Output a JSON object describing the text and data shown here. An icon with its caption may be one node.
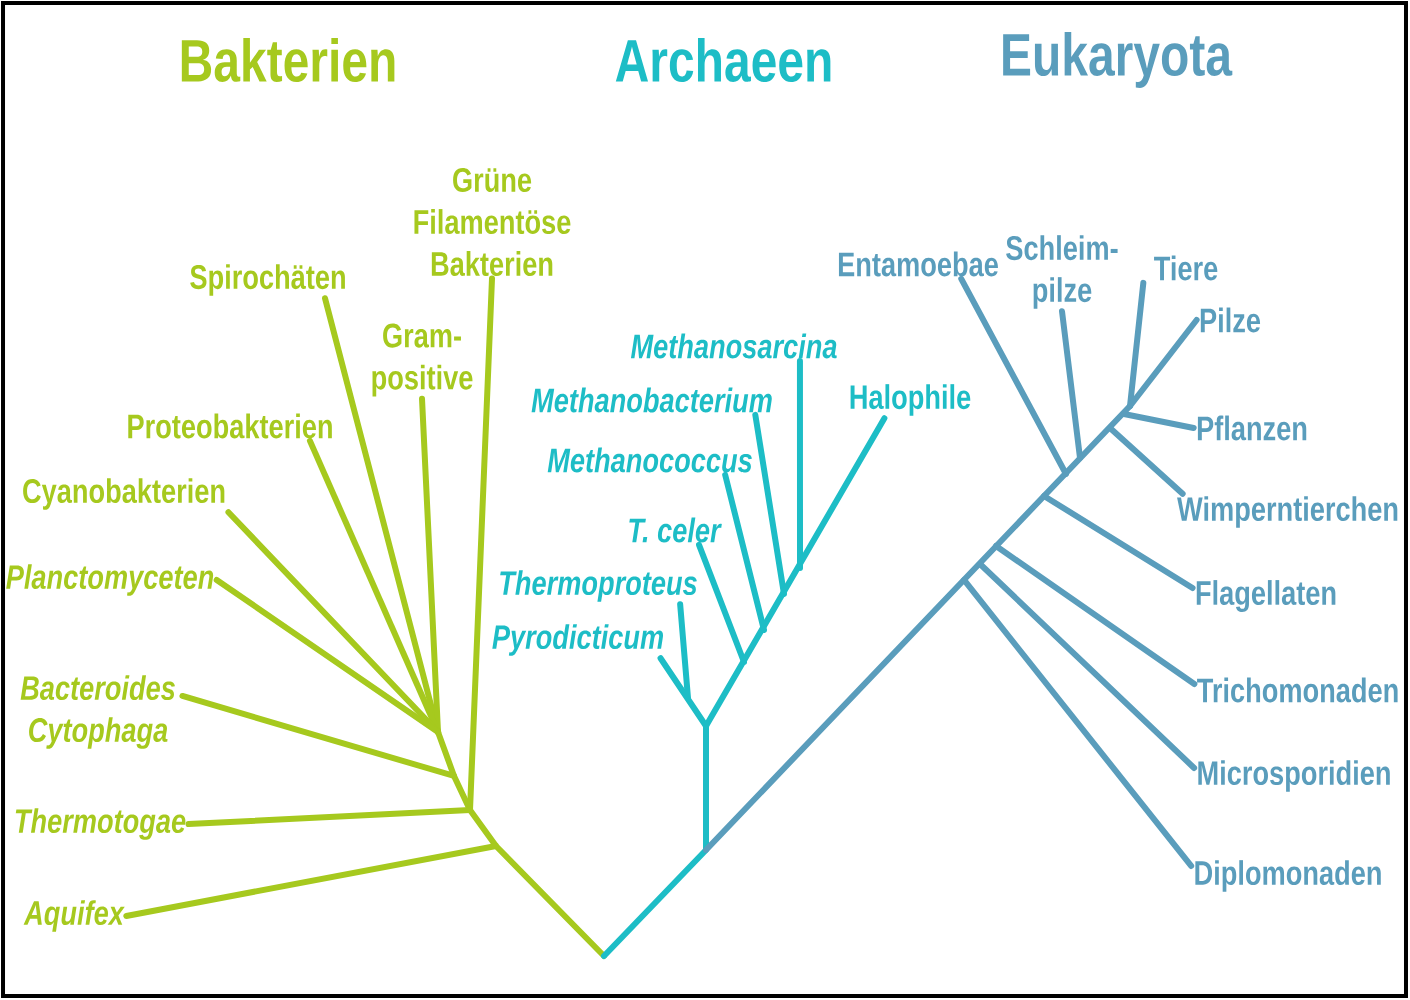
{
  "diagram": {
    "nodes": [
      {
        "text": [
          "Grüne Filamentöse Bakterien"
        ]
      },
      {
        "text": [
          "Spirochäten"
        ]
      },
      {
        "text": [
          "Gram- positive"
        ]
      },
      {
        "text": [
          "Proteobakterien"
        ]
      },
      {
        "text": [
          "Cyanobakterien"
        ]
      },
      {
        "text": [
          "Planctomyceten"
        ]
      },
      {
        "text": [
          "Bacteroides Cytophaga"
        ]
      },
      {
        "text": [
          "Thermotogae"
        ]
      },
      {
        "text": [
          "Aquifex"
        ]
      },
      {
        "text": [
          "Methanosarcina"
        ]
      },
      {
        "text": [
          "Methanobacterium"
        ]
      },
      {
        "text": [
          "Halophile"
        ]
      },
      {
        "text": [
          "Methanococcus"
        ]
      },
      {
        "text": [
          "T. celer"
        ]
      },
      {
        "text": [
          "Thermoproteus"
        ]
      },
      {
        "text": [
          "Pyrodicticum"
        ]
      },
      {
        "text": [
          "Entamoebae"
        ]
      },
      {
        "text": [
          "Schleim- pilze"
        ]
      },
      {
        "text": [
          "Tiere"
        ]
      },
      {
        "text": [
          "Pilze"
        ]
      },
      {
        "text": [
          "Pflanzen"
        ]
      },
      {
        "text": [
          "Wimperntierchen"
        ]
      },
      {
        "text": [
          "Flagellaten"
        ]
      },
      {
        "text": [
          "Trichomonaden"
        ]
      },
      {
        "text": [
          "Microsporidien"
        ]
      },
      {
        "text": [
          "Diplomonaden"
        ]
      }
    ],
    "edges": [
      {
        "from": null,
        "to": 0,
        "arrow": "none",
        "color": "#a6c91e"
      },
      {
        "from": null,
        "to": 1,
        "arrow": "none",
        "color": "#a6c91e"
      },
      {
        "from": null,
        "to": 2,
        "arrow": "none",
        "color": "#a6c91e"
      },
      {
        "from": null,
        "to": 3,
        "arrow": "none",
        "color": "#a6c91e"
      },
      {
        "from": null,
        "to": 4,
        "arrow": "none",
        "color": "#a6c91e"
      },
      {
        "from": null,
        "to": 5,
        "arrow": "none",
        "color": "#a6c91e"
      },
      {
        "from": null,
        "to": 6,
        "arrow": "none",
        "color": "#a6c91e"
      },
      {
        "from": null,
        "to": 7,
        "arrow": "none",
        "color": "#a6c91e"
      },
      {
        "from": null,
        "to": 8,
        "arrow": "none",
        "color": "#a6c91e"
      },
      {
        "from": null,
        "to": 9,
        "arrow": "none",
        "color": "#1dbdc6"
      },
      {
        "from": null,
        "to": 10,
        "arrow": "none",
        "color": "#1dbdc6"
      },
      {
        "from": null,
        "to": 11,
        "arrow": "none",
        "color": "#1dbdc6"
      },
      {
        "from": null,
        "to": 12,
        "arrow": "none",
        "color": "#1dbdc6"
      },
      {
        "from": null,
        "to": 13,
        "arrow": "none",
        "color": "#1dbdc6"
      },
      {
        "from": null,
        "to": 14,
        "arrow": "none",
        "color": "#1dbdc6"
      },
      {
        "from": null,
        "to": 15,
        "arrow": "none",
        "color": "#1dbdc6"
      },
      {
        "from": null,
        "to": 16,
        "arrow": "none"
      },
      {
        "from": null,
        "to": 17,
        "arrow": "none"
      },
      {
        "from": null,
        "to": 18,
        "arrow": "none"
      },
      {
        "from": null,
        "to": 19,
        "arrow": "none"
      },
      {
        "from": null,
        "to": 20,
        "arrow": "none"
      },
      {
        "from": null,
        "to": 21,
        "arrow": "none"
      },
      {
        "from": null,
        "to": 22,
        "arrow": "none"
      },
      {
        "from": null,
        "to": 23,
        "arrow": "none"
      },
      {
        "from": null,
        "to": 24,
        "arrow": "none"
      },
      {
        "from": null,
        "to": 25,
        "arrow": "none"
      }
    ],
    "labels": [
      "Bakterien",
      "Archaeen",
      "Eukaryota"
    ]
  }
}
